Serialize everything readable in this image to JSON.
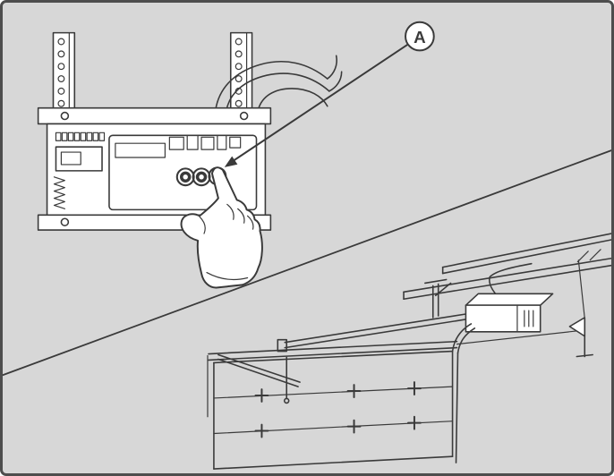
{
  "figure": {
    "callout": {
      "label": "A"
    },
    "illustration_parts": {
      "closeup": "opener-control-panel-with-hand-pressing-learn-button",
      "overview": "garage-interior-with-ceiling-mounted-opener"
    }
  },
  "colors": {
    "background": "#d7d7d7",
    "line": "#3a3a3a",
    "white": "#ffffff",
    "border": "#4d4d4d"
  }
}
